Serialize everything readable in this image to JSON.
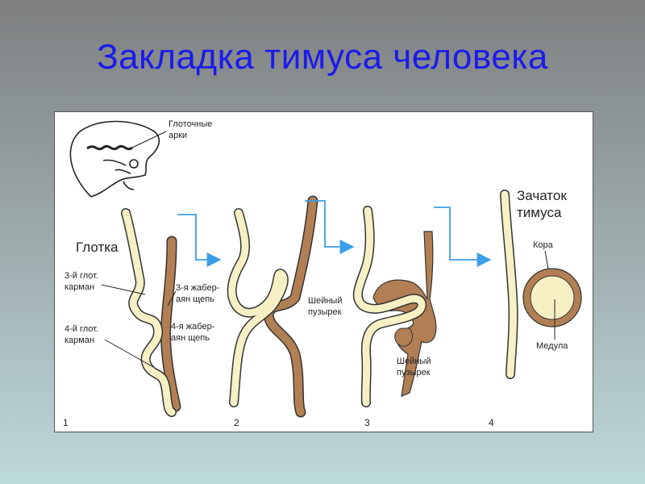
{
  "slide": {
    "title": "Закладка тимуса человека"
  },
  "diagram": {
    "labels": {
      "pharyngeal_arches": [
        "Глоточные",
        "арки"
      ],
      "pharynx": "Глотка",
      "pouch3": [
        "3-й глот.",
        "карман"
      ],
      "pouch4": [
        "4-й глот.",
        "карман"
      ],
      "cleft3": [
        "3-я жабер-",
        "аян щепь"
      ],
      "cleft4": [
        "4-я жабер-",
        "аян щепь"
      ],
      "cervical_vesicle_1": [
        "Шейный",
        "пузырек"
      ],
      "cervical_vesicle_2": [
        "Шейный",
        "пузырек"
      ],
      "thymus_primordium": [
        "Зачаток",
        "тимуса"
      ],
      "cortex": "Кора",
      "medulla": "Медула"
    },
    "stages": [
      "1",
      "2",
      "3",
      "4"
    ],
    "colors": {
      "endoderm": "#f6f0c4",
      "ectoderm": "#b27f55",
      "outline": "#333333",
      "arrow": "#3a9ee8"
    }
  }
}
